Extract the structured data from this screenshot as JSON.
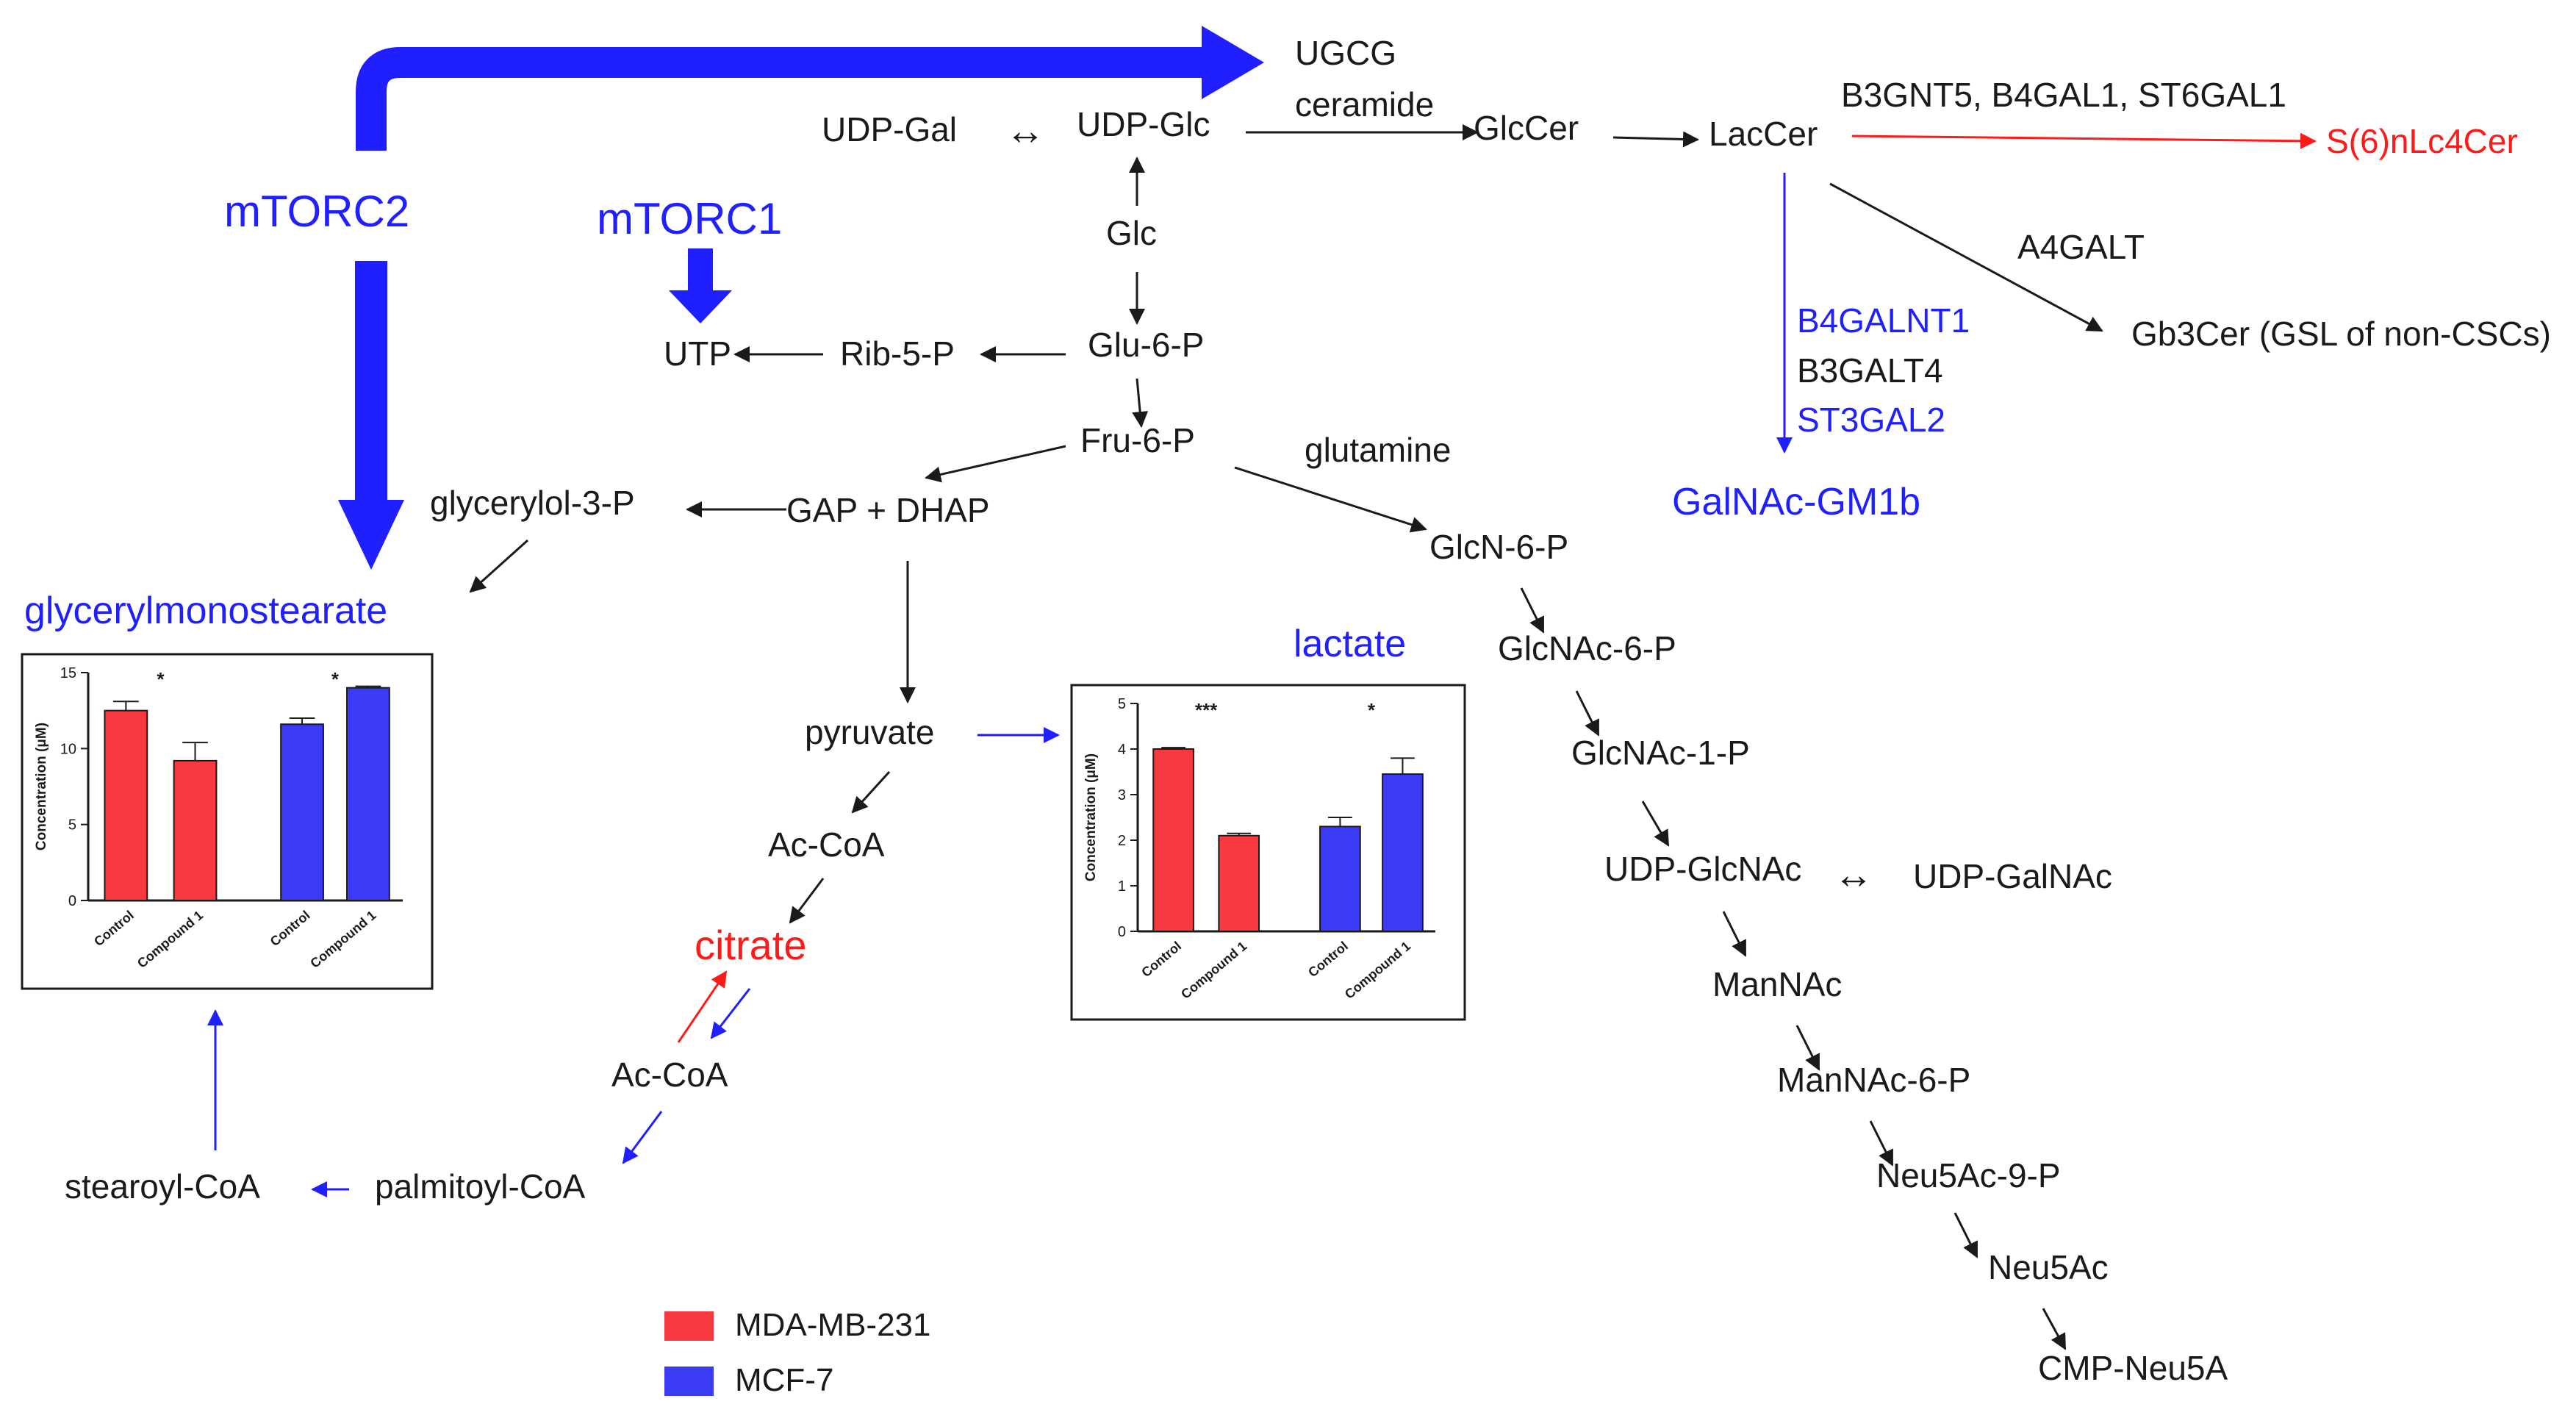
{
  "colors": {
    "black": "#1a1a1a",
    "blue": "#1f1fff",
    "red": "#ff1a1a",
    "bar_red": "#f5393e",
    "bar_blue": "#3b3bf5"
  },
  "regulators": {
    "mtorc2": "mTORC2",
    "mtorc1": "mTORC1"
  },
  "nodes": {
    "ugcg": "UGCG",
    "ceramide": "ceramide",
    "udp_gal": "UDP-Gal",
    "double_arrow_1": "↔",
    "udp_glc": "UDP-Glc",
    "glccer": "GlcCer",
    "laccer": "LacCer",
    "b3gnt5_group": "B3GNT5, B4GAL1, ST6GAL1",
    "s6nlc4cer": "S(6)nLc4Cer",
    "a4galt": "A4GALT",
    "gb3cer": "Gb3Cer (GSL of non-CSCs)",
    "b4galnt1": "B4GALNT1",
    "b3galt4": "B3GALT4",
    "st3gal2": "ST3GAL2",
    "galnac_gm1b": "GalNAc-GM1b",
    "glc": "Glc",
    "glu6p": "Glu-6-P",
    "rib5p": "Rib-5-P",
    "utp": "UTP",
    "fru6p": "Fru-6-P",
    "glutamine": "glutamine",
    "gap_dhap": "GAP + DHAP",
    "glycerylol3p": "glycerylol-3-P",
    "glycerylmonostearate": "glycerylmonostearate",
    "glcn6p": "GlcN-6-P",
    "glcnac6p": "GlcNAc-6-P",
    "glcnac1p": "GlcNAc-1-P",
    "udp_glcnac": "UDP-GlcNAc",
    "double_arrow_2": "↔",
    "udp_galnac": "UDP-GalNAc",
    "mannac": "ManNAc",
    "mannac6p": "ManNAc-6-P",
    "neu5ac9p": "Neu5Ac-9-P",
    "neu5ac": "Neu5Ac",
    "cmp_neu5a": "CMP-Neu5A",
    "lactate": "lactate",
    "pyruvate": "pyruvate",
    "accoa_1": "Ac-CoA",
    "citrate": "citrate",
    "accoa_2": "Ac-CoA",
    "palmitoyl_coa": "palmitoyl-CoA",
    "stearoyl_coa": "stearoyl-CoA"
  },
  "legend": [
    {
      "label": "MDA-MB-231",
      "color": "#f5393e"
    },
    {
      "label": "MCF-7",
      "color": "#3b3bf5"
    }
  ],
  "chart_data": [
    {
      "type": "bar",
      "ylabel": "Concentration (μM)",
      "ylim": [
        0,
        15
      ],
      "yticks": [
        "0",
        "5",
        "10",
        "15"
      ],
      "categories": [
        "Control",
        "Compound 1",
        "Control",
        "Compound 1"
      ],
      "series": [
        {
          "name": "MDA-MB-231",
          "values": [
            12.5,
            9.2
          ],
          "errors": [
            0.6,
            1.2
          ]
        },
        {
          "name": "MCF-7",
          "values": [
            11.6,
            14.0
          ],
          "errors": [
            0.4,
            0.1
          ]
        }
      ],
      "significance": [
        "*",
        "*"
      ]
    },
    {
      "type": "bar",
      "ylabel": "Concentration (μM)",
      "ylim": [
        0,
        5
      ],
      "yticks": [
        "0",
        "1",
        "2",
        "3",
        "4",
        "5"
      ],
      "categories": [
        "Control",
        "Compound 1",
        "Control",
        "Compound 1"
      ],
      "series": [
        {
          "name": "MDA-MB-231",
          "values": [
            4.0,
            2.1
          ],
          "errors": [
            0.03,
            0.05
          ]
        },
        {
          "name": "MCF-7",
          "values": [
            2.3,
            3.45
          ],
          "errors": [
            0.2,
            0.35
          ]
        }
      ],
      "significance": [
        "***",
        "*"
      ]
    }
  ]
}
